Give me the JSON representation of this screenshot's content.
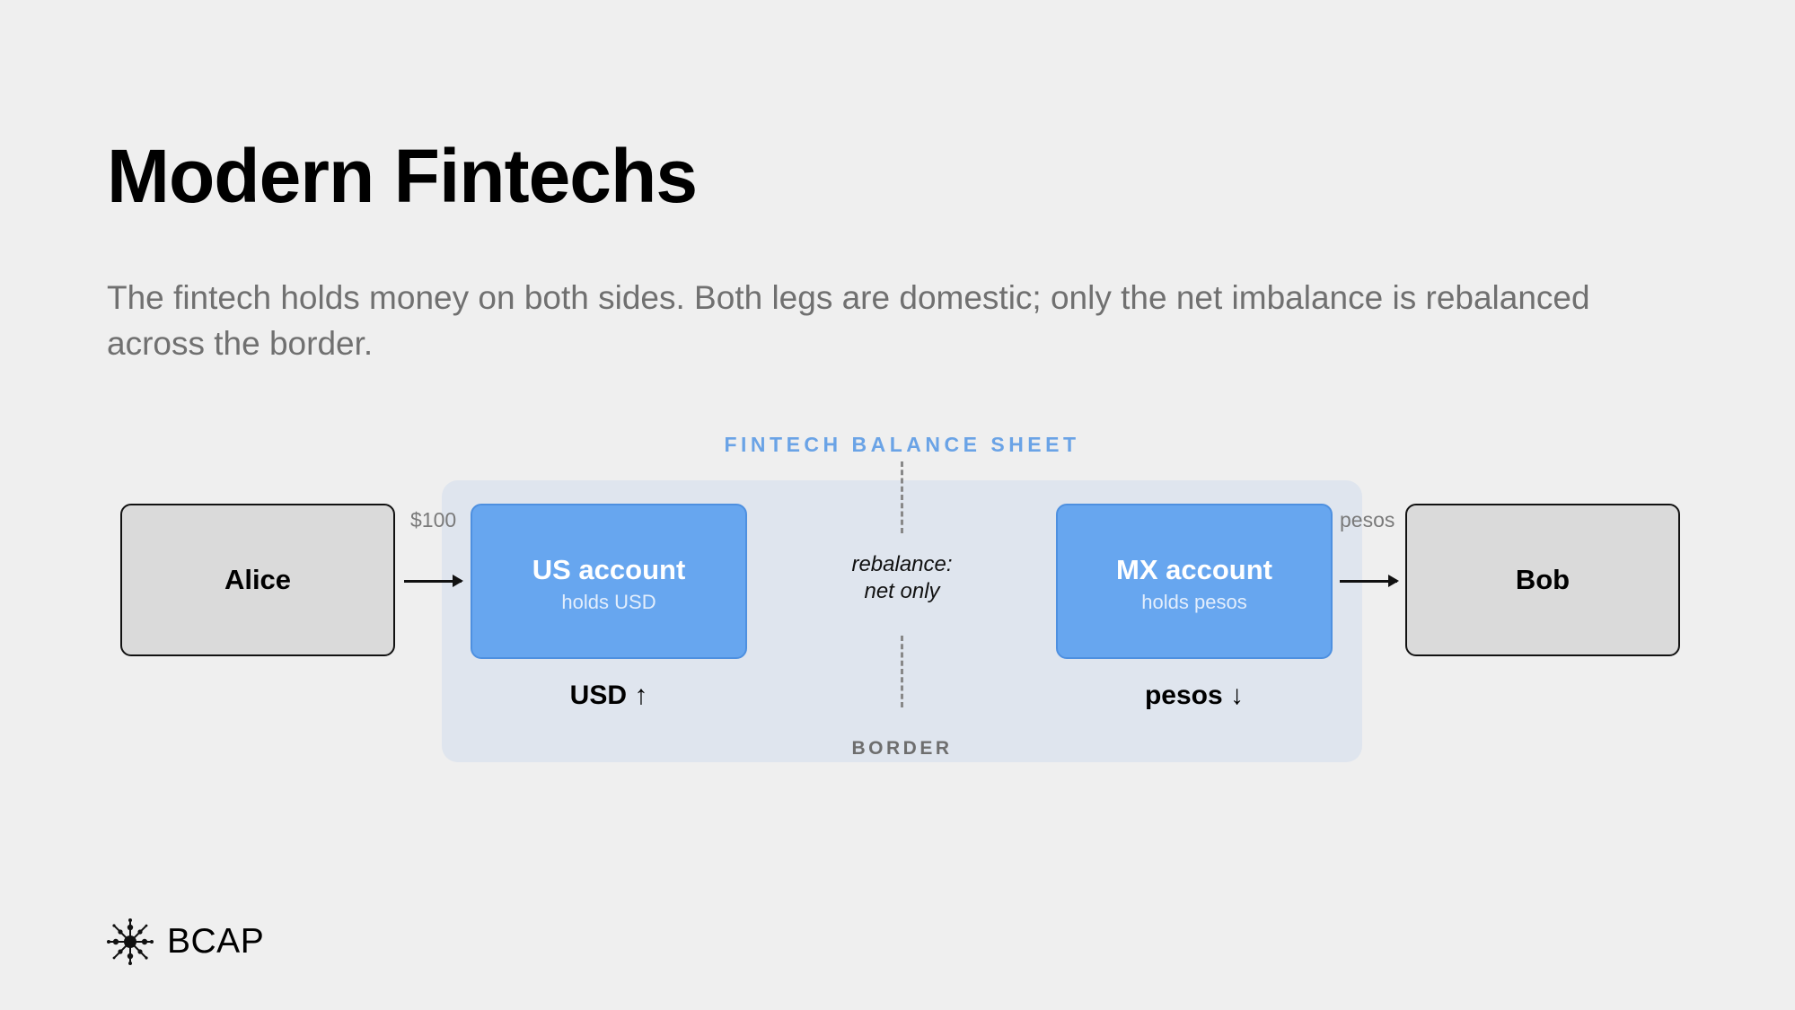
{
  "slide": {
    "title": "Modern Fintechs",
    "subtitle": "The fintech holds money on both sides. Both legs are domestic; only the net imbalance is rebalanced across the border."
  },
  "diagram": {
    "panel_label": "FINTECH BALANCE SHEET",
    "border_label": "BORDER",
    "sender": "Alice",
    "receiver": "Bob",
    "inflow_label": "$100",
    "outflow_label": "pesos",
    "left_account": {
      "title": "US account",
      "subtitle": "holds USD",
      "balance_change": "USD ↑"
    },
    "right_account": {
      "title": "MX account",
      "subtitle": "holds pesos",
      "balance_change": "pesos ↓"
    },
    "center_note": [
      "rebalance:",
      "net only"
    ]
  },
  "brand": {
    "name": "BCAP",
    "icon": "starburst-logo-icon"
  },
  "colors": {
    "background": "#efefef",
    "panel": "#dfe5ee",
    "accent_blue": "#67a6ef",
    "panel_label": "#6aa3e6",
    "party_box": "#dadada"
  }
}
